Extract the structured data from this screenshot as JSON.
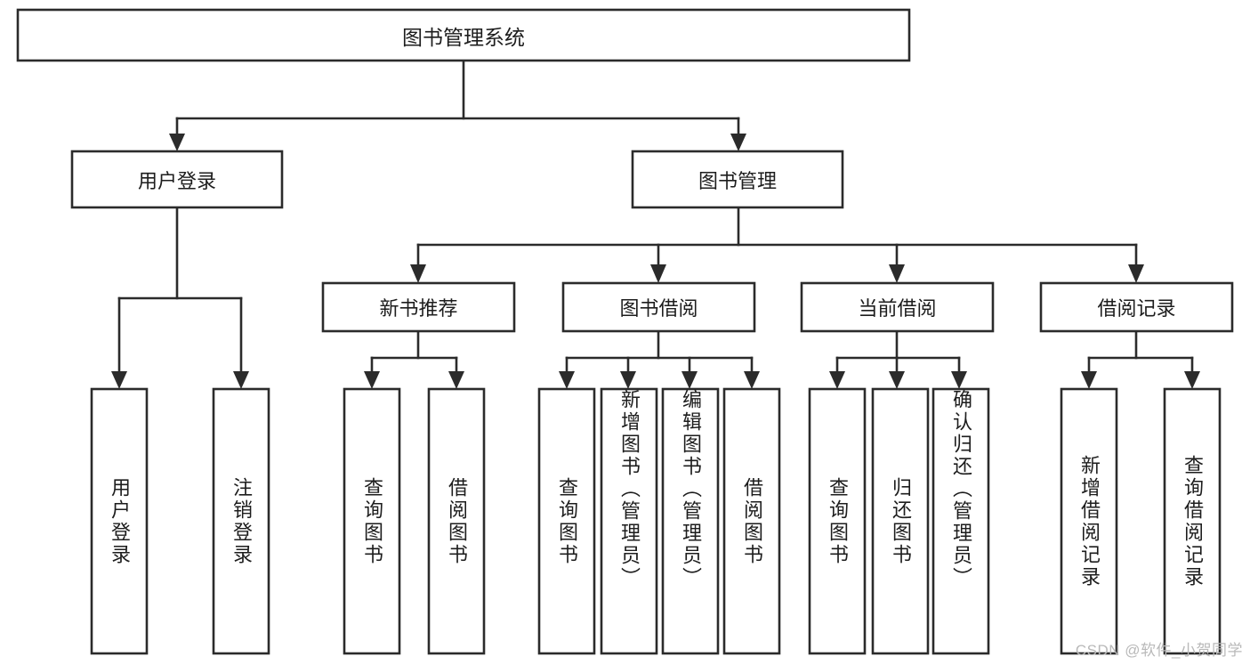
{
  "diagram": {
    "type": "tree-hierarchy",
    "title": "图书管理系统",
    "watermark": "CSDN @软件_小贺同学",
    "colors": {
      "stroke": "#2b2b2b",
      "fill": "#ffffff",
      "text": "#1d1d1d",
      "watermark": "#b9b9b9"
    },
    "root": {
      "label": "图书管理系统",
      "level": 1
    },
    "level2": [
      {
        "label": "用户登录"
      },
      {
        "label": "图书管理"
      }
    ],
    "level3": [
      {
        "label": "新书推荐",
        "parent": "图书管理"
      },
      {
        "label": "图书借阅",
        "parent": "图书管理"
      },
      {
        "label": "当前借阅",
        "parent": "图书管理"
      },
      {
        "label": "借阅记录",
        "parent": "图书管理"
      }
    ],
    "leaves": {
      "user_login": [
        {
          "label": "用户登录"
        },
        {
          "label": "注销登录"
        }
      ],
      "new_book": [
        {
          "label": "查询图书"
        },
        {
          "label": "借阅图书"
        }
      ],
      "borrow_book": [
        {
          "label": "查询图书"
        },
        {
          "label": "新增图书（管理员）"
        },
        {
          "label": "编辑图书（管理员）"
        },
        {
          "label": "借阅图书"
        }
      ],
      "current_borrow": [
        {
          "label": "查询图书"
        },
        {
          "label": "归还图书"
        },
        {
          "label": "确认归还（管理员）"
        }
      ],
      "borrow_record": [
        {
          "label": "新增借阅记录"
        },
        {
          "label": "查询借阅记录"
        }
      ]
    }
  }
}
